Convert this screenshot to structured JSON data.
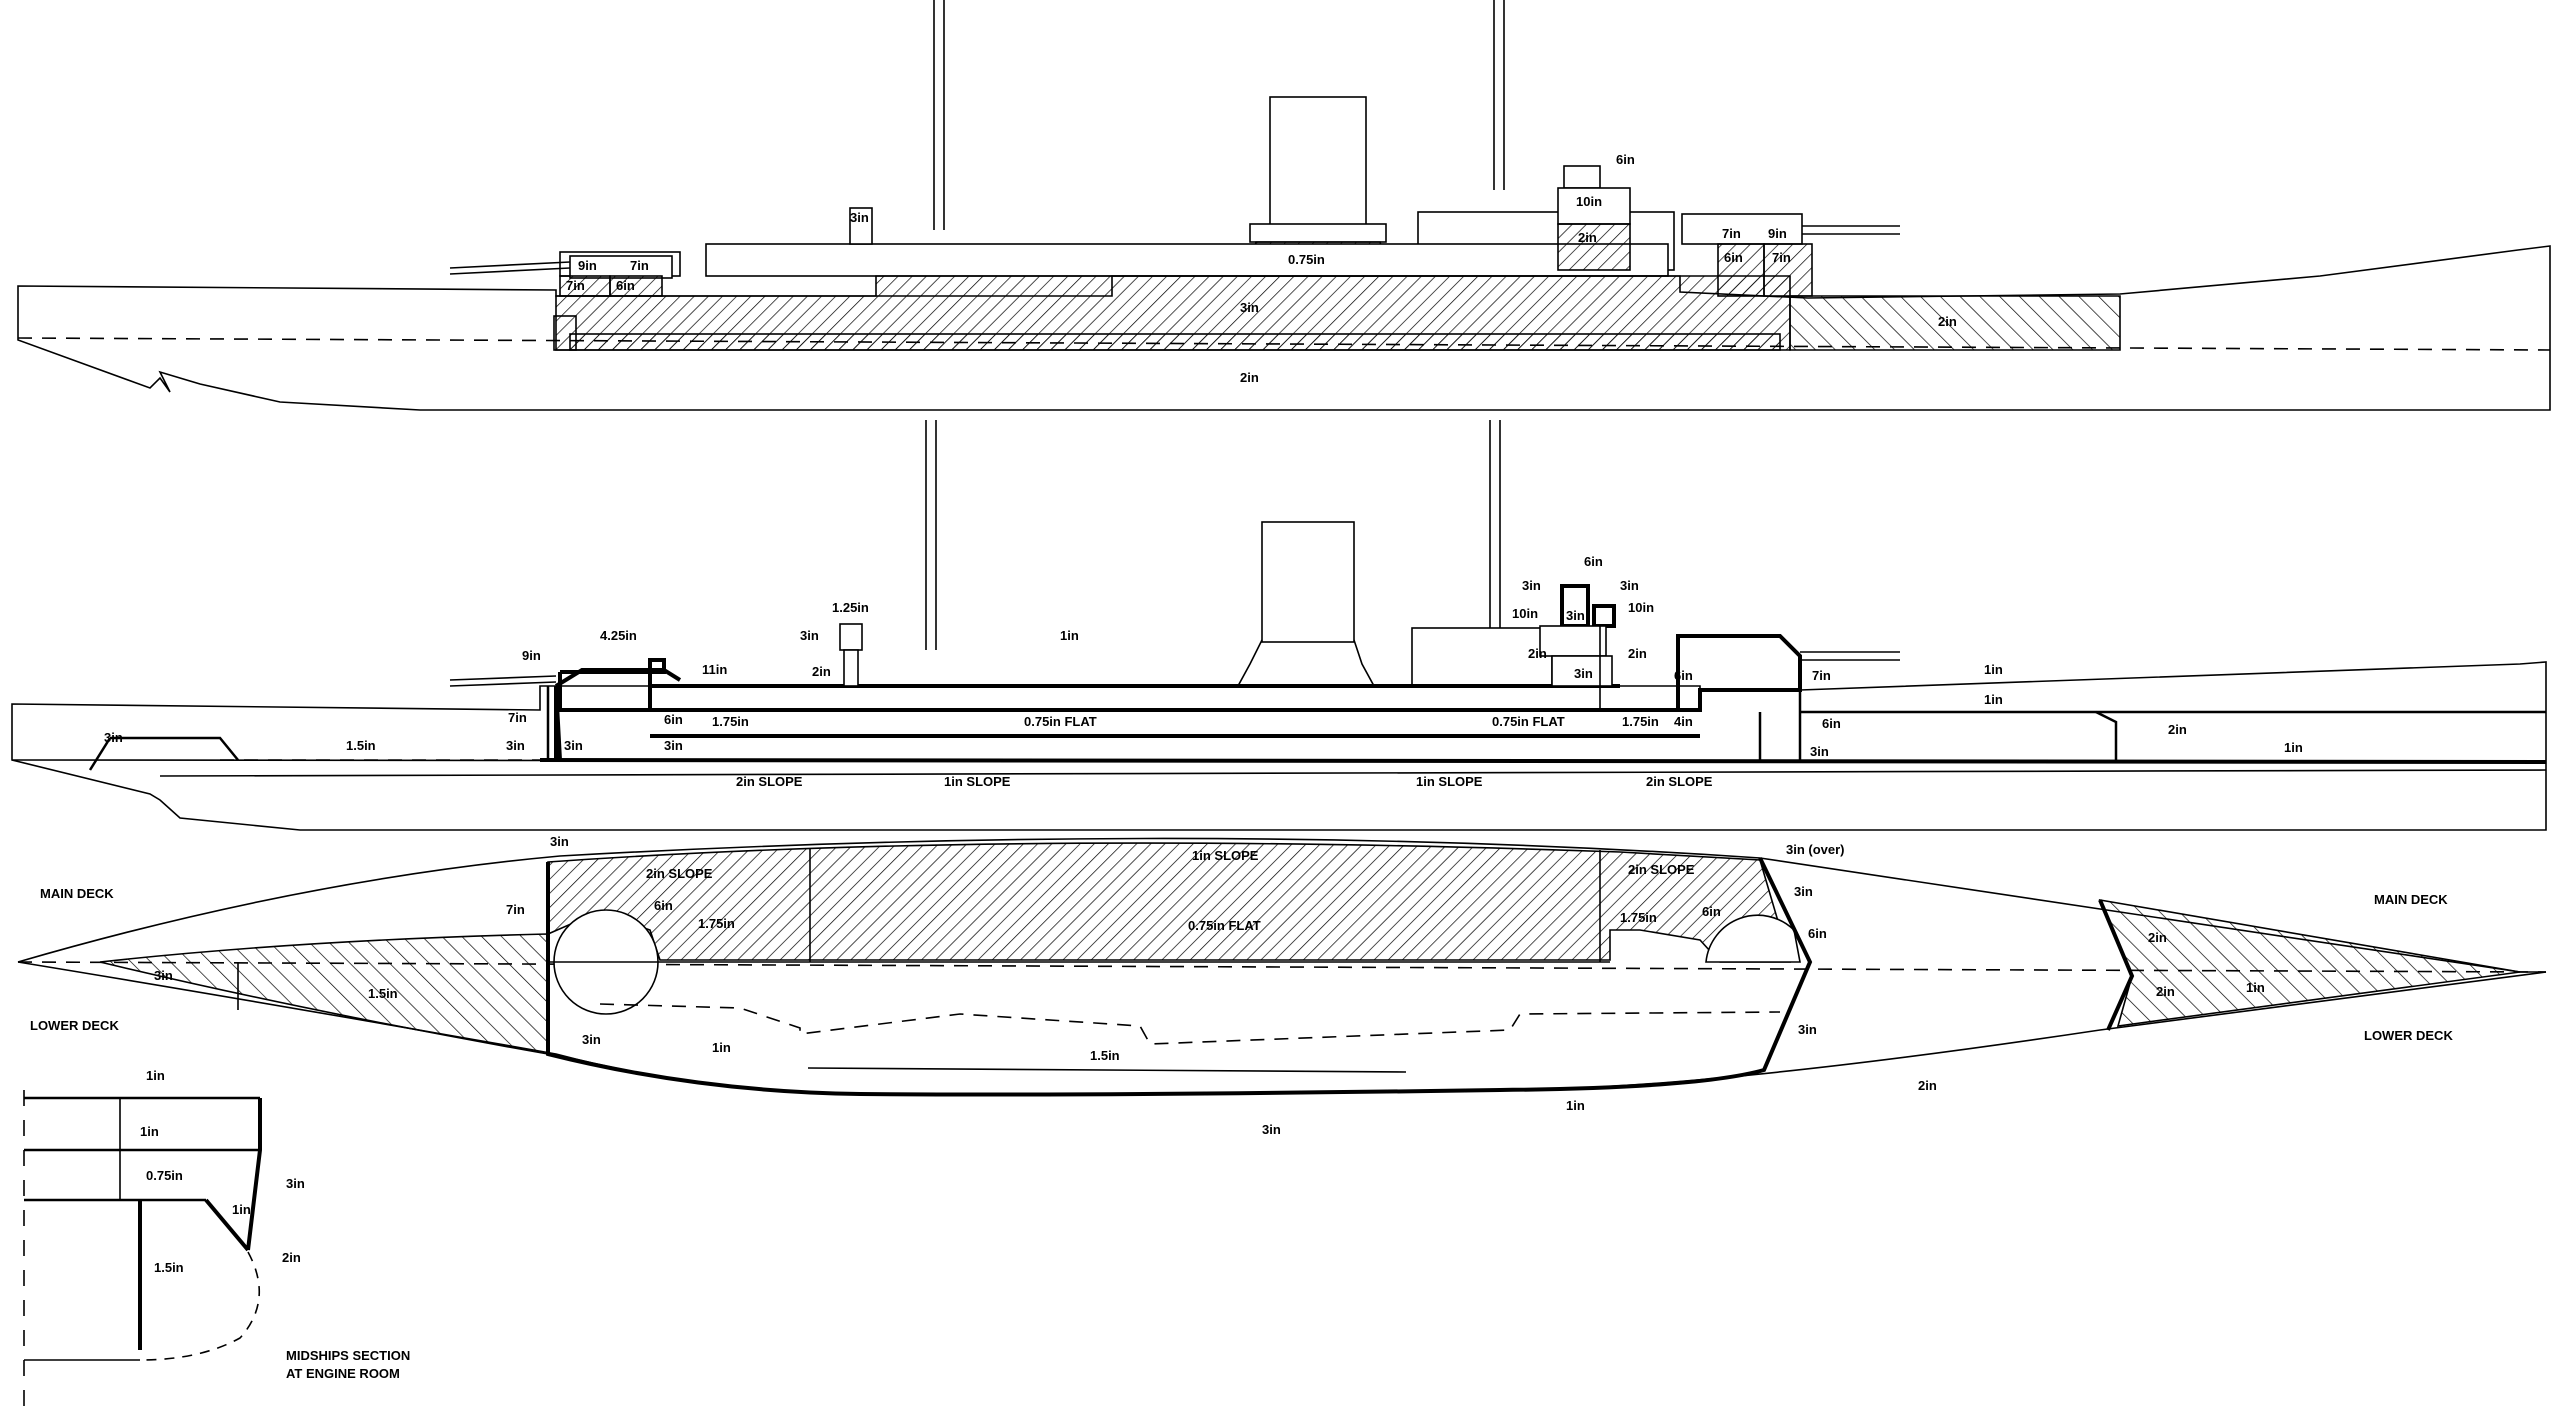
{
  "profile": {
    "labels": {
      "funnel": "0.75in",
      "fwd_turret_face": "9in",
      "fwd_turret_side": "7in",
      "fwd_barbette_a": "7in",
      "fwd_barbette_b": "6in",
      "aft_turret_face": "9in",
      "aft_turret_side": "7in",
      "aft_barbette_a": "6in",
      "aft_barbette_b": "7in",
      "tower_top": "6in",
      "tower": "10in",
      "tower_base": "2in",
      "fwd_small": "3in",
      "main_belt": "3in",
      "aft_belt": "2in",
      "lower_belt": "2in"
    }
  },
  "inboard": {
    "labels": {
      "ct_top": "6in",
      "ct_left": "3in",
      "ct_right": "3in",
      "ct_side_l": "10in",
      "ct_mid": "3in",
      "ct_side_r": "10in",
      "ct_base_l": "2in",
      "ct_base_r": "2in",
      "ct_tube": "3in",
      "aft_turret": "6in",
      "aft_turret_side": "7in",
      "turret_fwd_top": "4.25in",
      "turret_fwd_face": "9in",
      "turret_fwd_side": "7in",
      "turret_fwd_11": "11in",
      "turret_fwd_6": "6in",
      "turret_fwd_3a": "3in",
      "turret_fwd_3b": "3in",
      "turret_fwd_3c": "3in",
      "small_turret_top": "1.25in",
      "small_turret_side": "3in",
      "small_turret_base": "2in",
      "deck_1in": "1in",
      "flat_fwd": "0.75in FLAT",
      "flat_aft": "0.75in FLAT",
      "fwd_175": "1.75in",
      "aft_175": "1.75in",
      "aft_4in": "4in",
      "bow_3in": "3in",
      "bow_15": "1.5in",
      "slope_2_fwd": "2in SLOPE",
      "slope_1_fwd": "1in SLOPE",
      "slope_1_aft": "1in SLOPE",
      "slope_2_aft": "2in SLOPE",
      "stern_1in_a": "1in",
      "stern_1in_b": "1in",
      "stern_6in": "6in",
      "stern_2in": "2in",
      "stern_3in": "3in",
      "stern_1in_c": "1in"
    }
  },
  "plan": {
    "main_deck_left": "MAIN DECK",
    "lower_deck_left": "LOWER DECK",
    "main_deck_right": "MAIN DECK",
    "lower_deck_right": "LOWER DECK",
    "labels": {
      "fwd_3in_top": "3in",
      "slope_2_fwd": "2in SLOPE",
      "slope_1": "1in SLOPE",
      "slope_2_aft": "2in SLOPE",
      "aft_over": "3in (over)",
      "fwd_barbette_7": "7in",
      "fwd_barbette_6": "6in",
      "fwd_175": "1.75in",
      "flat": "0.75in FLAT",
      "aft_175": "1.75in",
      "aft_barbette_6": "6in",
      "aft_3in": "3in",
      "aft_6in": "6in",
      "bow_3in": "3in",
      "bow_15": "1.5in",
      "fwd_3in_low": "3in",
      "fwd_1in": "1in",
      "mid_15": "1.5in",
      "aft_3in_low": "3in",
      "mid_1in": "1in",
      "belt_3in": "3in",
      "stern_2in_a": "2in",
      "stern_2in_b": "2in",
      "stern_1in": "1in",
      "stern_2in_c": "2in"
    }
  },
  "section": {
    "title_line1": "MIDSHIPS SECTION",
    "title_line2": "AT ENGINE ROOM",
    "labels": {
      "deck_top": "1in",
      "deck_mid": "1in",
      "deck_low": "0.75in",
      "side_3in": "3in",
      "slope_1in": "1in",
      "belt_2in": "2in",
      "inner_15": "1.5in"
    }
  }
}
